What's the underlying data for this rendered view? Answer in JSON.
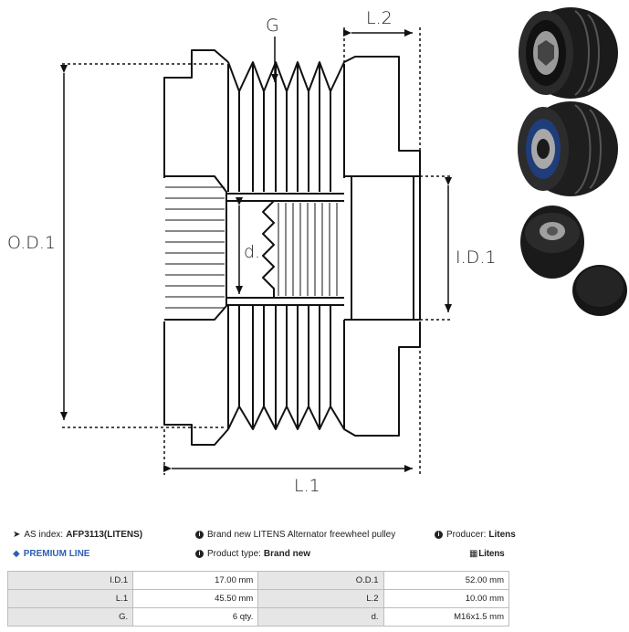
{
  "drawing": {
    "labels": {
      "g": "G",
      "l2": "L.2",
      "od1": "O.D.1",
      "id1": "I.D.1",
      "d": "d.",
      "l1": "L.1"
    }
  },
  "info": {
    "as_index_label": "AS index:",
    "as_index_value": "AFP3113(LITENS)",
    "description": "Brand new LITENS Alternator freewheel pulley",
    "producer_label": "Producer:",
    "producer_value": "Litens",
    "premium_line": "PREMIUM LINE",
    "product_type_label": "Product type:",
    "product_type_value": "Brand new",
    "brand_logo_text": "Litens"
  },
  "specs": [
    {
      "label_a": "I.D.1",
      "value_a": "17.00 mm",
      "label_b": "O.D.1",
      "value_b": "52.00 mm"
    },
    {
      "label_a": "L.1",
      "value_a": "45.50 mm",
      "label_b": "L.2",
      "value_b": "10.00 mm"
    },
    {
      "label_a": "G.",
      "value_a": "6 qty.",
      "label_b": "d.",
      "value_b": "M16x1.5 mm"
    }
  ],
  "colors": {
    "premium": "#2f5fb3",
    "label_cell": "#e6e6e6",
    "border": "#bdbdbd"
  }
}
